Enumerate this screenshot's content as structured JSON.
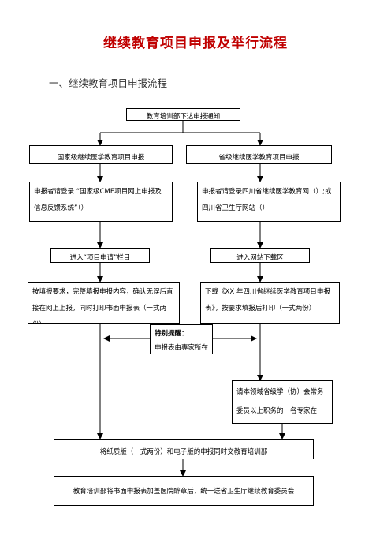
{
  "title": "继续教育项目申报及举行流程",
  "section_heading": "一、继续教育项目申报流程",
  "nodes": {
    "top": "教育培训部下达申报通知",
    "national_project": "国家级继续医学教育项目申报",
    "provincial_project": "省级继续医学教育项目申报",
    "national_login": "申报者请登录 “国家级CME项目网上申报及信息反馈系统”（）",
    "provincial_login": "申报者请登录四川省继续医学教育网（）;或四川省卫生厅网站（）",
    "enter_column": "进入“项目申请”栏目",
    "enter_download": "进入网站下载区",
    "fill_form": "按填报要求，完整填报申报内容，确认无误后直接在网上上报，同时打印书面申报表（一式两份）",
    "download_form": "下载《XX 年四川省继续医学教育项目申报表》，按要求填报后打印（一式两份）",
    "note_title": "特别提醒：",
    "note_body": "申报表由專家所在",
    "expert": "请本领域省级学（协）会常务委员以上职务的一名专家在",
    "submit": "将纸质版（一式两份）和电子版的申报同时交教育培训部",
    "final": "教育培训部将书面申报表加盖医院醉章后，统一送省卫生厅继续教育委员会"
  }
}
